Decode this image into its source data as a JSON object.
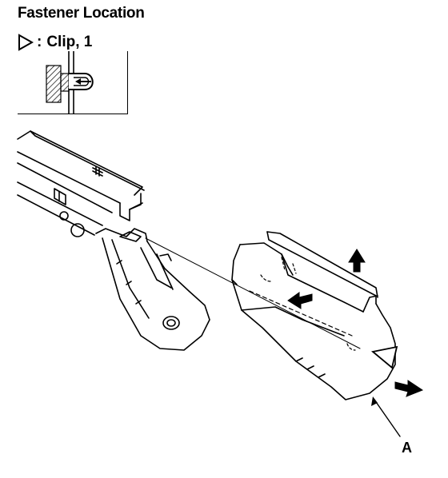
{
  "title": "Fastener Location",
  "legend": {
    "symbol": "triangle-marker",
    "separator": ":",
    "label": "Clip, 1"
  },
  "callouts": [
    {
      "id": "A",
      "label": "A"
    }
  ],
  "icons": [
    "clip-triangle-icon",
    "clip-detail-inset",
    "up-arrow-icon",
    "left-arrow-icon",
    "right-arrow-icon"
  ]
}
